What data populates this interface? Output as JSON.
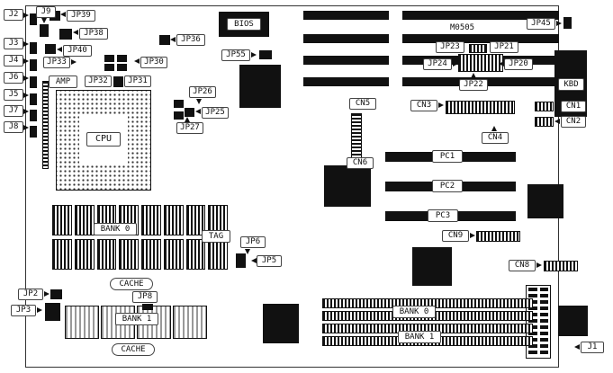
{
  "board": {
    "model": "M0505"
  },
  "labels": {
    "j1": "J1",
    "j2": "J2",
    "j3": "J3",
    "j4": "J4",
    "j5": "J5",
    "j6": "J6",
    "j7": "J7",
    "j8": "J8",
    "j9": "J9",
    "jp2": "JP2",
    "jp3": "JP3",
    "jp5": "JP5",
    "jp6": "JP6",
    "jp8": "JP8",
    "jp20": "JP20",
    "jp21": "JP21",
    "jp22": "JP22",
    "jp23": "JP23",
    "jp24": "JP24",
    "jp25": "JP25",
    "jp26": "JP26",
    "jp27": "JP27",
    "jp30": "JP30",
    "jp31": "JP31",
    "jp32": "JP32",
    "jp33": "JP33",
    "jp36": "JP36",
    "jp38": "JP38",
    "jp39": "JP39",
    "jp40": "JP40",
    "jp45": "JP45",
    "jp55": "JP55",
    "cn1": "CN1",
    "cn2": "CN2",
    "cn3": "CN3",
    "cn4": "CN4",
    "cn5": "CN5",
    "cn6": "CN6",
    "cn8": "CN8",
    "cn9": "CN9",
    "pc1": "PC1",
    "pc2": "PC2",
    "pc3": "PC3",
    "cpu": "CPU",
    "bios": "BIOS",
    "kbd": "KBD",
    "amp": "AMP",
    "tag": "TAG",
    "bank0_simm": "BANK 0",
    "bank1_cache": "BANK 1",
    "bank0_dimm": "BANK 0",
    "bank1_dimm": "BANK 1",
    "cache_top": "CACHE",
    "cache_bottom": "CACHE"
  }
}
